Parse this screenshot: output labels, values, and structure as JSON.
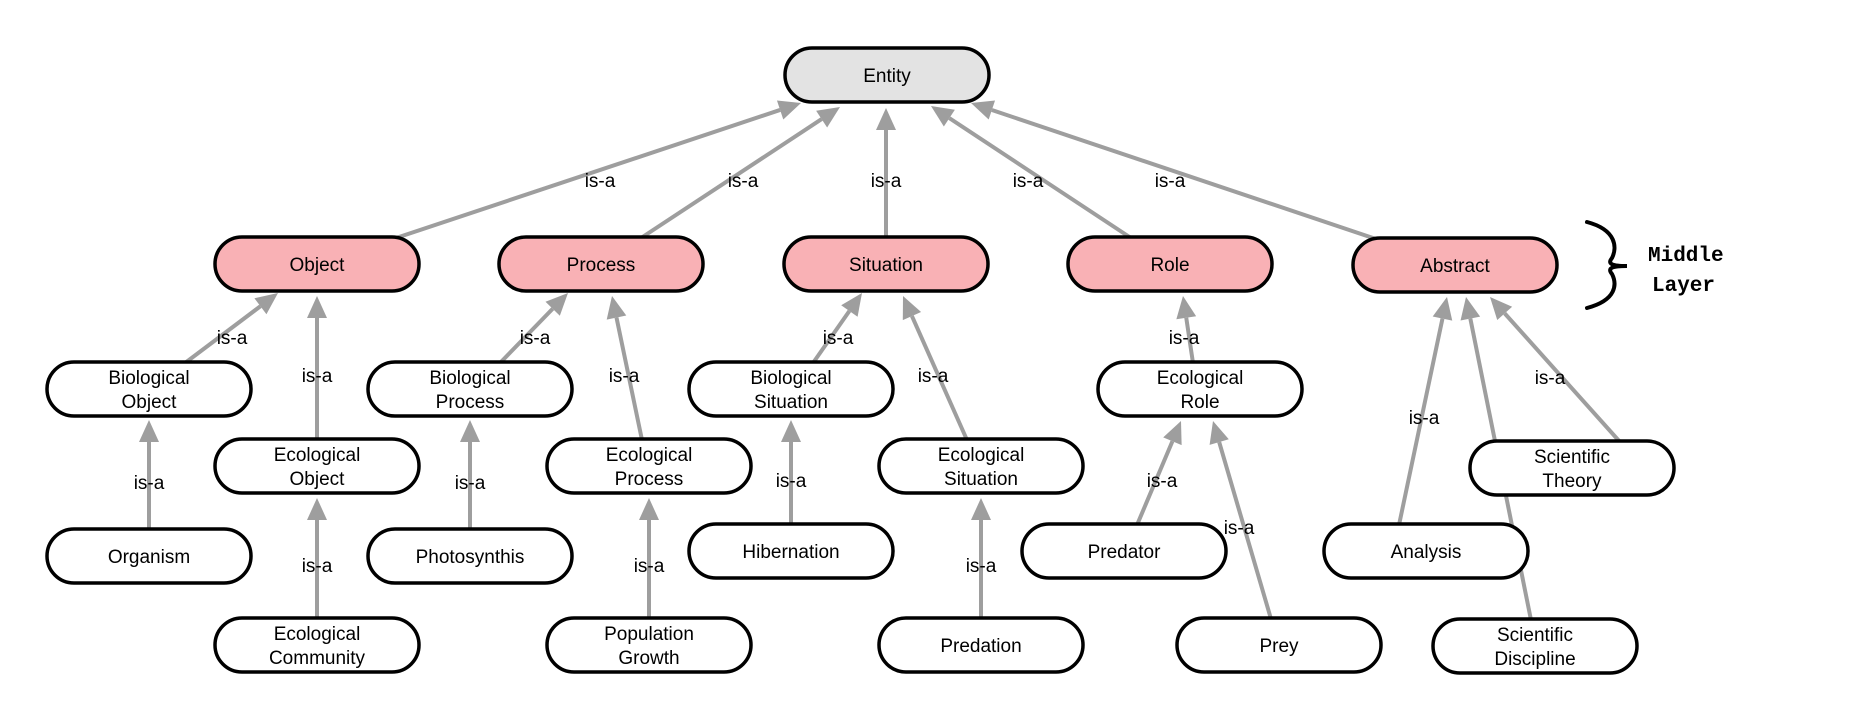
{
  "colors": {
    "root_fill": "#e3e3e3",
    "middle_fill": "#f9b1b5",
    "leaf_fill": "#ffffff",
    "node_border": "#000000",
    "edge": "#9e9e9e"
  },
  "edge_label": "is-a",
  "annotation": {
    "line1": "Middle",
    "line2": "Layer"
  },
  "nodes": [
    {
      "id": "entity",
      "lines": [
        "Entity"
      ],
      "kind": "root"
    },
    {
      "id": "object",
      "lines": [
        "Object"
      ],
      "kind": "middle"
    },
    {
      "id": "process",
      "lines": [
        "Process"
      ],
      "kind": "middle"
    },
    {
      "id": "situation",
      "lines": [
        "Situation"
      ],
      "kind": "middle"
    },
    {
      "id": "role",
      "lines": [
        "Role"
      ],
      "kind": "middle"
    },
    {
      "id": "abstract",
      "lines": [
        "Abstract"
      ],
      "kind": "middle"
    },
    {
      "id": "bio-object",
      "lines": [
        "Biological",
        "Object"
      ],
      "kind": "leaf"
    },
    {
      "id": "eco-object",
      "lines": [
        "Ecological",
        "Object"
      ],
      "kind": "leaf"
    },
    {
      "id": "organism",
      "lines": [
        "Organism"
      ],
      "kind": "leaf"
    },
    {
      "id": "eco-community",
      "lines": [
        "Ecological",
        "Community"
      ],
      "kind": "leaf"
    },
    {
      "id": "bio-process",
      "lines": [
        "Biological",
        "Process"
      ],
      "kind": "leaf"
    },
    {
      "id": "eco-process",
      "lines": [
        "Ecological",
        "Process"
      ],
      "kind": "leaf"
    },
    {
      "id": "photosynthis",
      "lines": [
        "Photosynthis"
      ],
      "kind": "leaf"
    },
    {
      "id": "pop-growth",
      "lines": [
        "Population",
        "Growth"
      ],
      "kind": "leaf"
    },
    {
      "id": "bio-situation",
      "lines": [
        "Biological",
        "Situation"
      ],
      "kind": "leaf"
    },
    {
      "id": "eco-situation",
      "lines": [
        "Ecological",
        "Situation"
      ],
      "kind": "leaf"
    },
    {
      "id": "hibernation",
      "lines": [
        "Hibernation"
      ],
      "kind": "leaf"
    },
    {
      "id": "predation",
      "lines": [
        "Predation"
      ],
      "kind": "leaf"
    },
    {
      "id": "eco-role",
      "lines": [
        "Ecological",
        "Role"
      ],
      "kind": "leaf"
    },
    {
      "id": "predator",
      "lines": [
        "Predator"
      ],
      "kind": "leaf"
    },
    {
      "id": "prey",
      "lines": [
        "Prey"
      ],
      "kind": "leaf"
    },
    {
      "id": "analysis",
      "lines": [
        "Analysis"
      ],
      "kind": "leaf"
    },
    {
      "id": "sci-discipline",
      "lines": [
        "Scientific",
        "Discipline"
      ],
      "kind": "leaf"
    },
    {
      "id": "sci-theory",
      "lines": [
        "Scientific",
        "Theory"
      ],
      "kind": "leaf"
    }
  ],
  "edges": [
    {
      "from": "object",
      "to": "entity"
    },
    {
      "from": "process",
      "to": "entity"
    },
    {
      "from": "situation",
      "to": "entity"
    },
    {
      "from": "role",
      "to": "entity"
    },
    {
      "from": "abstract",
      "to": "entity"
    },
    {
      "from": "bio-object",
      "to": "object"
    },
    {
      "from": "eco-object",
      "to": "object"
    },
    {
      "from": "organism",
      "to": "bio-object"
    },
    {
      "from": "eco-community",
      "to": "eco-object"
    },
    {
      "from": "bio-process",
      "to": "process"
    },
    {
      "from": "eco-process",
      "to": "process"
    },
    {
      "from": "photosynthis",
      "to": "bio-process"
    },
    {
      "from": "pop-growth",
      "to": "eco-process"
    },
    {
      "from": "bio-situation",
      "to": "situation"
    },
    {
      "from": "eco-situation",
      "to": "situation"
    },
    {
      "from": "hibernation",
      "to": "bio-situation"
    },
    {
      "from": "predation",
      "to": "eco-situation"
    },
    {
      "from": "eco-role",
      "to": "role"
    },
    {
      "from": "predator",
      "to": "eco-role"
    },
    {
      "from": "prey",
      "to": "eco-role"
    },
    {
      "from": "analysis",
      "to": "abstract"
    },
    {
      "from": "sci-discipline",
      "to": "abstract"
    },
    {
      "from": "sci-theory",
      "to": "abstract"
    }
  ]
}
